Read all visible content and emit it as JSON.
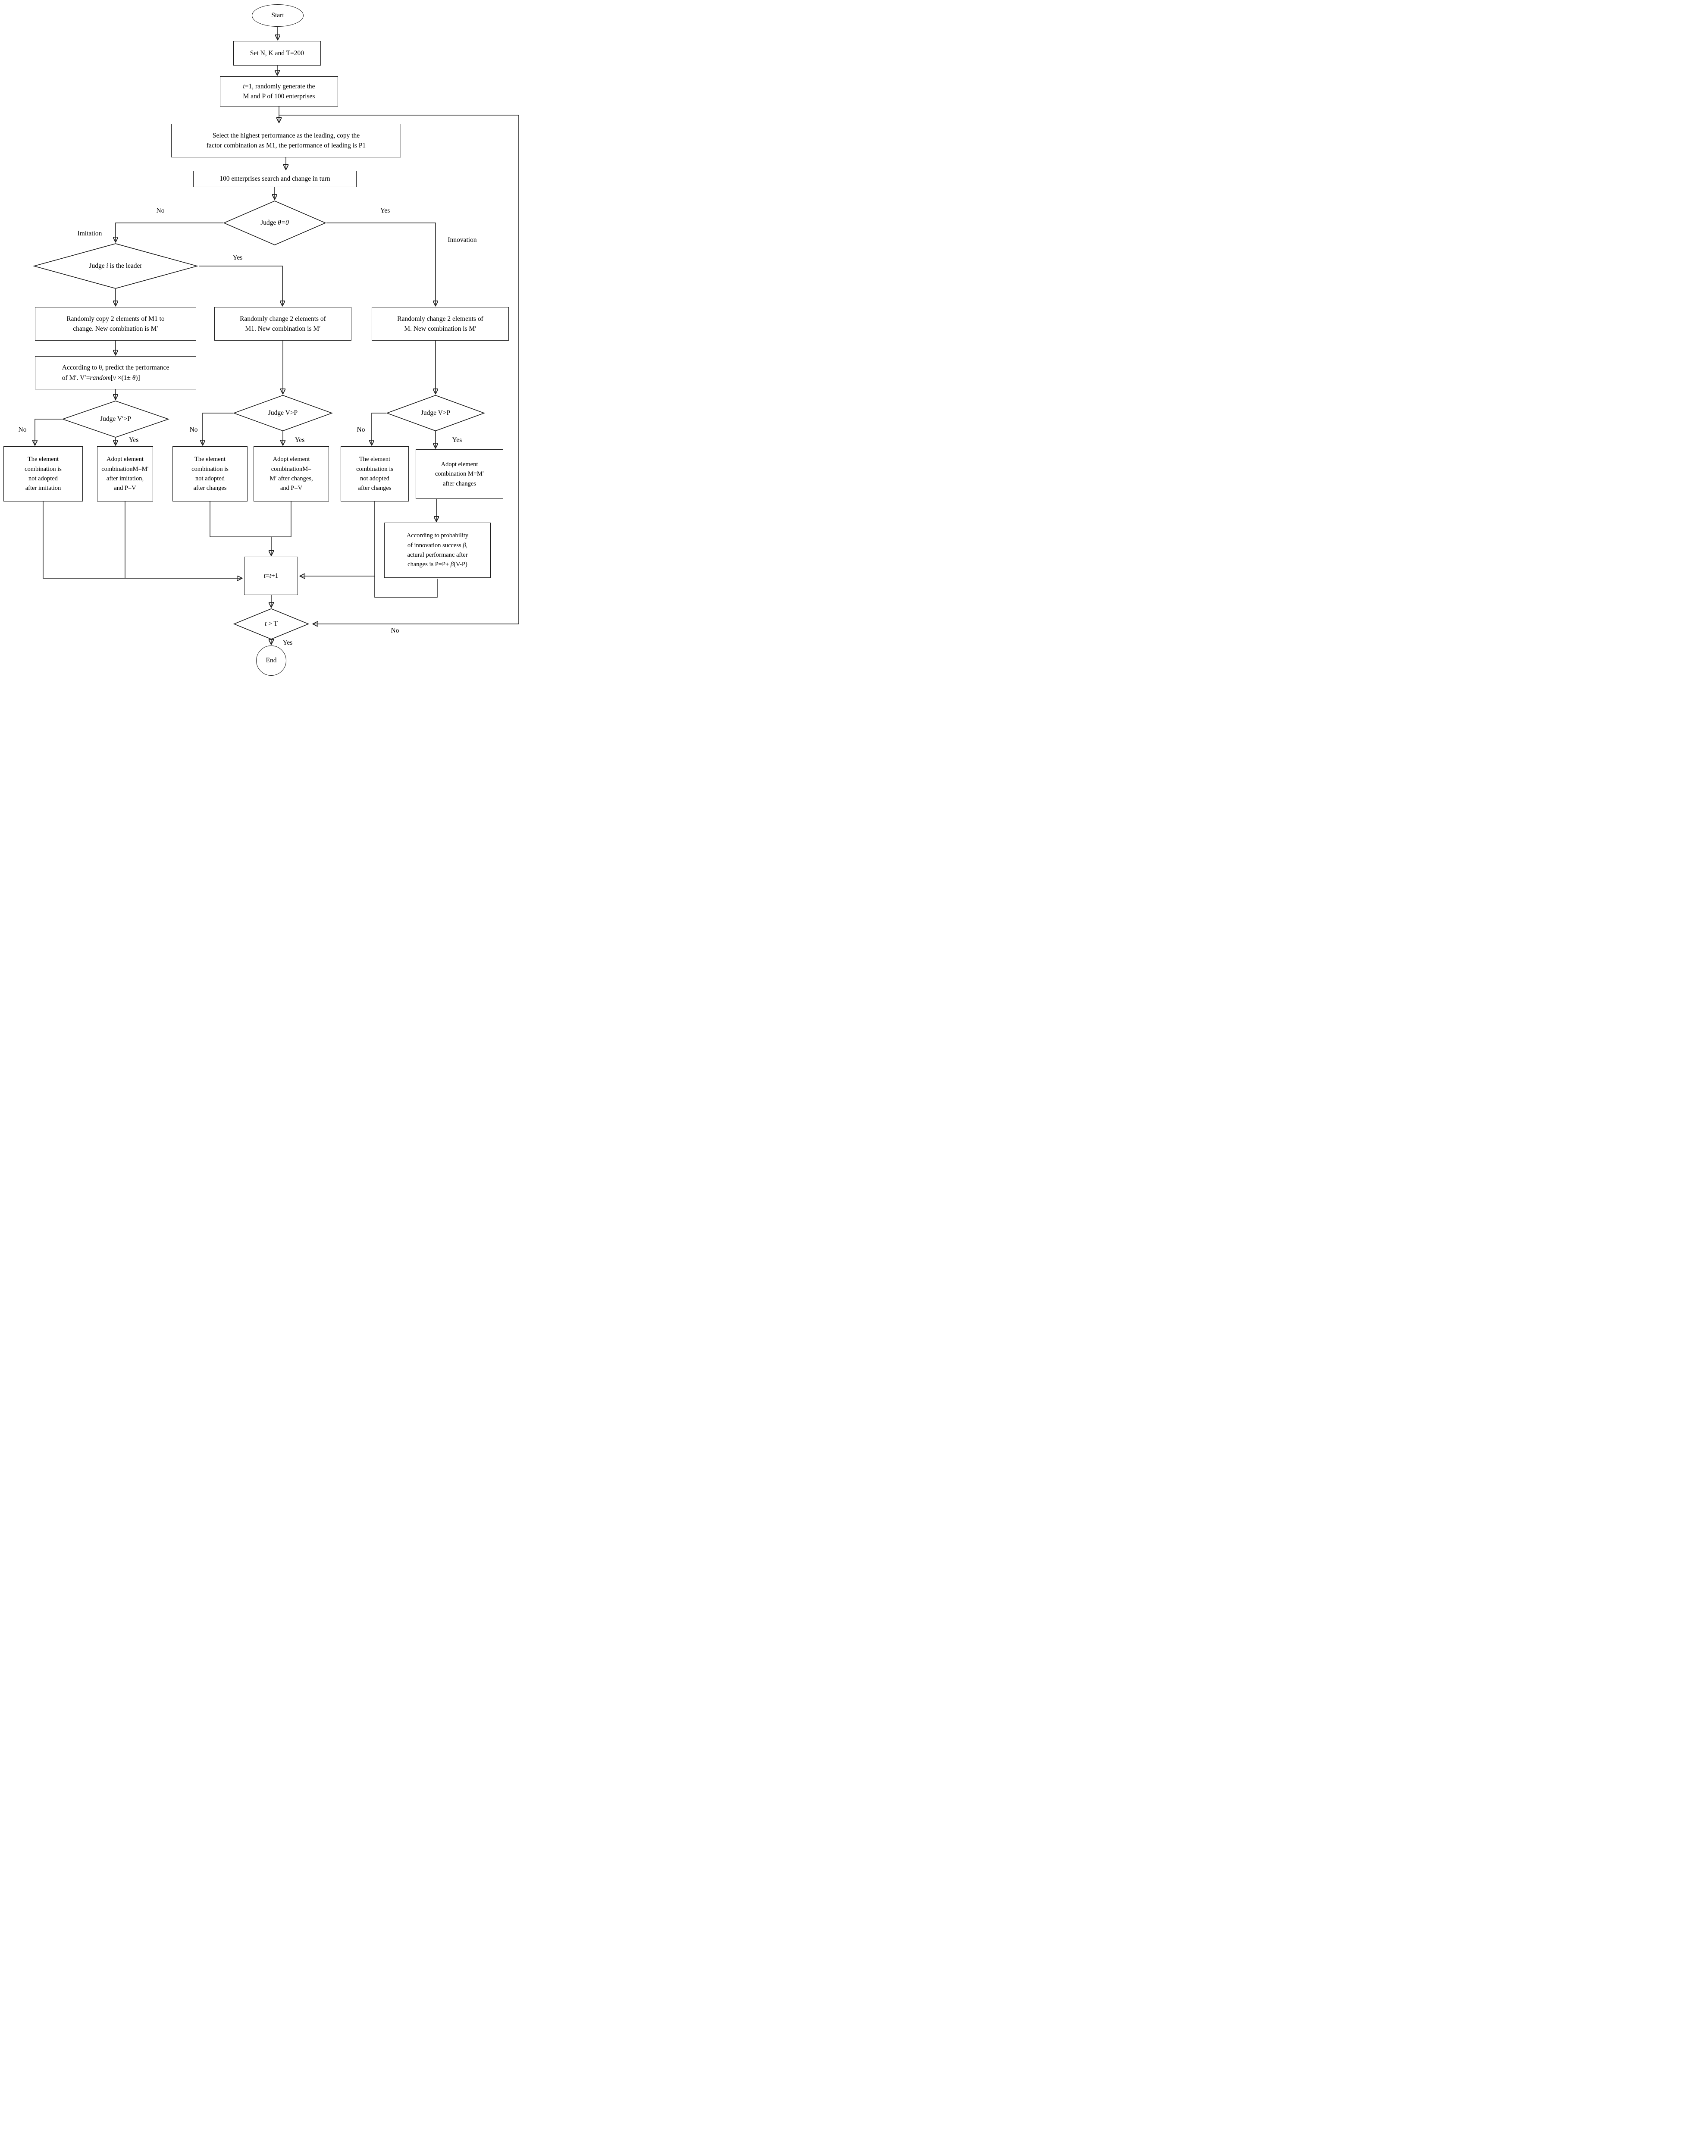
{
  "flowchart": {
    "colors": {
      "line": "#1c1c1c",
      "background": "#ffffff",
      "text": "#000000"
    },
    "nodes": {
      "start": {
        "label": "Start"
      },
      "set_params": {
        "label": "Set N, K and T=200"
      },
      "init": {
        "label": [
          {
            "t": "t",
            "em": true
          },
          {
            "t": "=1, randomly generate the\nM and P of 100 enterprises"
          }
        ]
      },
      "select_leading": {
        "label": "Select the highest performance as the leading, copy the\nfactor combination as M1, the performance of leading is P1"
      },
      "search_in_turn": {
        "label": "100 enterprises search and change in turn"
      },
      "judge_theta": {
        "label": [
          {
            "t": "Judge "
          },
          {
            "t": "θ=0",
            "em": true
          }
        ]
      },
      "judge_leader": {
        "label": [
          {
            "t": "Judge "
          },
          {
            "t": "i",
            "em": true
          },
          {
            "t": " is the leader"
          }
        ]
      },
      "copy_m1": {
        "label": "Randomly copy 2 elements of M1 to\nchange. New combination is M′"
      },
      "change_m1": {
        "label": "Randomly change 2 elements of\nM1. New combination is M′"
      },
      "change_m": {
        "label": "Randomly change 2 elements of\nM. New combination is M′"
      },
      "predict": {
        "label": [
          {
            "t": "According to θ, predict the performance\nof M′. V′="
          },
          {
            "t": "random",
            "em": true
          },
          {
            "t": "["
          },
          {
            "t": "v",
            "em": true
          },
          {
            "t": " ×(1± "
          },
          {
            "t": "θ",
            "em": true
          },
          {
            "t": ")]"
          }
        ]
      },
      "judge_vp_imitation": {
        "label": "Judge V′>P"
      },
      "judge_vp_m1": {
        "label": "Judge V>P"
      },
      "judge_vp_m": {
        "label": "Judge V>P"
      },
      "not_adopted_imitation": {
        "label": "The element\ncombination is\nnot adopted\nafter imitation"
      },
      "adopt_imitation": {
        "label": "Adopt element\ncombinationM=M′\nafter imitation,\nand P=V"
      },
      "not_adopted_m1": {
        "label": "The element\ncombination is\nnot adopted\nafter changes"
      },
      "adopt_m1": {
        "label": "Adopt element\ncombinationM=\nM′ after changes,\nand P=V"
      },
      "not_adopted_m": {
        "label": "The element\ncombination is\nnot adopted\nafter changes"
      },
      "adopt_m": {
        "label": "Adopt element\ncombination M=M′\nafter changes"
      },
      "prob_beta": {
        "label": [
          {
            "t": "According to probability\nof innovation success "
          },
          {
            "t": "β",
            "em": true
          },
          {
            "t": ",\nactural performanc after\nchanges is P=P+ "
          },
          {
            "t": "β",
            "em": true
          },
          {
            "t": "(V-P)"
          }
        ]
      },
      "t_increment": {
        "label": [
          {
            "t": "t",
            "em": true
          },
          {
            "t": "="
          },
          {
            "t": "t",
            "em": true
          },
          {
            "t": "+1"
          }
        ]
      },
      "judge_t": {
        "label": [
          {
            "t": "t",
            "em": true
          },
          {
            "t": " > T"
          }
        ]
      },
      "end": {
        "label": "End"
      }
    },
    "edge_labels": {
      "theta_no": "No",
      "theta_yes": "Yes",
      "imitation": "Imitation",
      "innovation": "Innovation",
      "leader_yes": "Yes",
      "vp1_no": "No",
      "vp1_yes": "Yes",
      "vp2_no": "No",
      "vp2_yes": "Yes",
      "vp3_no": "No",
      "vp3_yes": "Yes",
      "loop_no": "No",
      "end_yes": "Yes"
    }
  }
}
